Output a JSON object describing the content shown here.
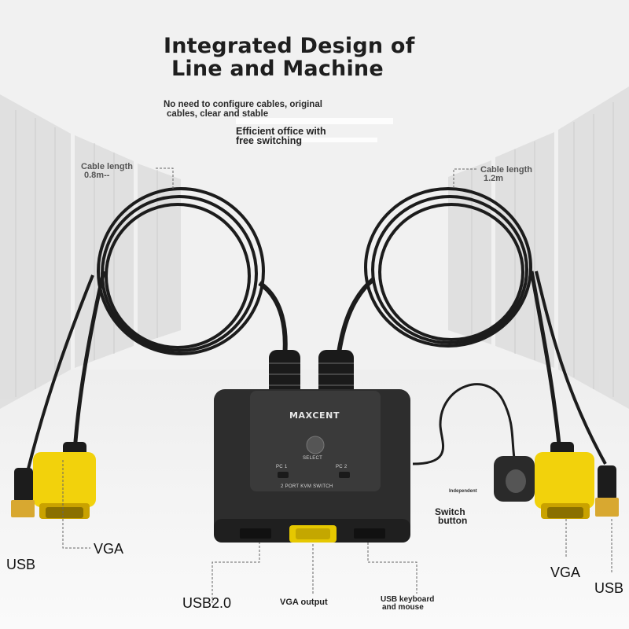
{
  "title": {
    "line1": "Integrated Design of",
    "line2": "Line and Machine"
  },
  "subtitle": {
    "line1": "No need to configure cables, original",
    "line2": "cables, clear and stable"
  },
  "tagline": {
    "line1": "Efficient office with",
    "line2": "free switching"
  },
  "cable_left": {
    "line1": "Cable length",
    "line2": "0.8m--"
  },
  "cable_right": {
    "line1": "Cable length",
    "line2": "1.2m"
  },
  "labels": {
    "usb_left": "USB",
    "vga_left": "VGA",
    "vga_right": "VGA",
    "usb_right": "USB",
    "usb20": "USB2.0",
    "vga_output": "VGA output",
    "usb_keyboard_line1": "USB keyboard",
    "usb_keyboard_line2": "and mouse",
    "independent": "Independent",
    "switch_line1": "Switch",
    "switch_line2": "button"
  },
  "device": {
    "brand": "MAXCENT",
    "select": "SELECT",
    "pc1": "PC 1",
    "pc2": "PC 2",
    "model": "2 PORT KVM SWITCH"
  },
  "colors": {
    "device_body": "#2b2b2b",
    "cable": "#1c1c1c",
    "vga_connector": "#f2d20c",
    "usb_gold": "#d8a830",
    "background": "#f2f2f2"
  }
}
